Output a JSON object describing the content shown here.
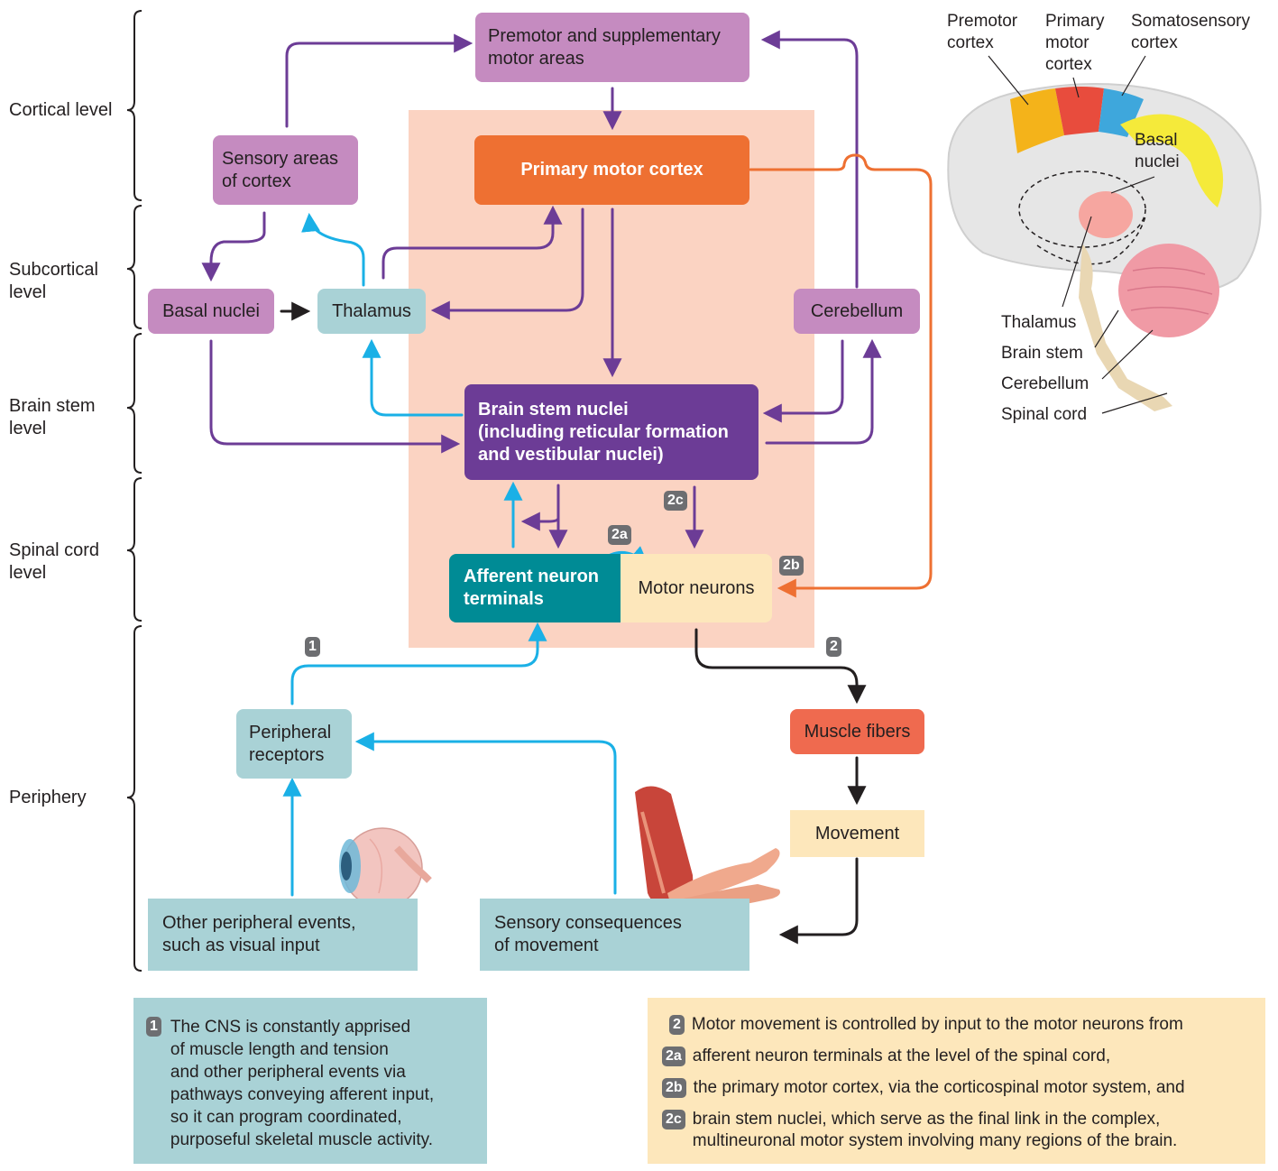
{
  "levels": {
    "cortical": "Cortical level",
    "subcortical": "Subcortical\nlevel",
    "brainstem": "Brain stem\nlevel",
    "spinal": "Spinal cord\nlevel",
    "periphery": "Periphery"
  },
  "boxes": {
    "premotor": "Premotor and supplementary\nmotor areas",
    "sensory_areas": "Sensory areas\nof cortex",
    "primary_motor": "Primary motor cortex",
    "basal_nuclei": "Basal nuclei",
    "thalamus": "Thalamus",
    "cerebellum": "Cerebellum",
    "brainstem_nuclei": "Brain stem nuclei\n(including reticular formation\nand vestibular nuclei)",
    "afferent_terminals": "Afferent neuron\nterminals",
    "motor_neurons": "Motor neurons",
    "peripheral_receptors": "Peripheral\nreceptors",
    "muscle_fibers": "Muscle fibers",
    "movement": "Movement",
    "other_events": "Other peripheral events,\nsuch as visual input",
    "sensory_consequences": "Sensory consequences\nof movement"
  },
  "badges": {
    "b1": "1",
    "b2": "2",
    "b2a": "2a",
    "b2b": "2b",
    "b2c": "2c"
  },
  "brain_labels": {
    "premotor": "Premotor\ncortex",
    "primary_motor": "Primary\nmotor\ncortex",
    "somatosensory": "Somatosensory\ncortex",
    "basal_nuclei": "Basal\nnuclei",
    "thalamus": "Thalamus",
    "brain_stem": "Brain stem",
    "cerebellum": "Cerebellum",
    "spinal_cord": "Spinal cord"
  },
  "note1": {
    "badge": "1",
    "text": "The CNS is constantly apprised\nof muscle length and tension\nand other peripheral events via\npathways conveying afferent input,\nso it can program coordinated,\npurposeful skeletal muscle activity."
  },
  "note2": [
    {
      "badge": "2",
      "text": "Motor movement is controlled by input to the motor neurons from"
    },
    {
      "badge": "2a",
      "text": "afferent neuron terminals at the level of the spinal cord,"
    },
    {
      "badge": "2b",
      "text": "the primary motor cortex, via the corticospinal motor system, and"
    },
    {
      "badge": "2c",
      "text": "brain stem nuclei, which serve as the final link in the complex,\nmultineuronal motor system involving many regions of the brain."
    }
  ],
  "colors": {
    "purple_box": "#c58bc0",
    "dark_purple": "#6c3c96",
    "orange": "#ee7032",
    "salmon_region": "#fbd3c2",
    "teal_dark": "#008b95",
    "teal_light": "#a9d2d6",
    "cream": "#fde7bb",
    "muscle_red": "#ef6a4f",
    "arrow_purple": "#6c3c96",
    "arrow_blue": "#1ab0e6",
    "arrow_orange": "#ee7032"
  }
}
